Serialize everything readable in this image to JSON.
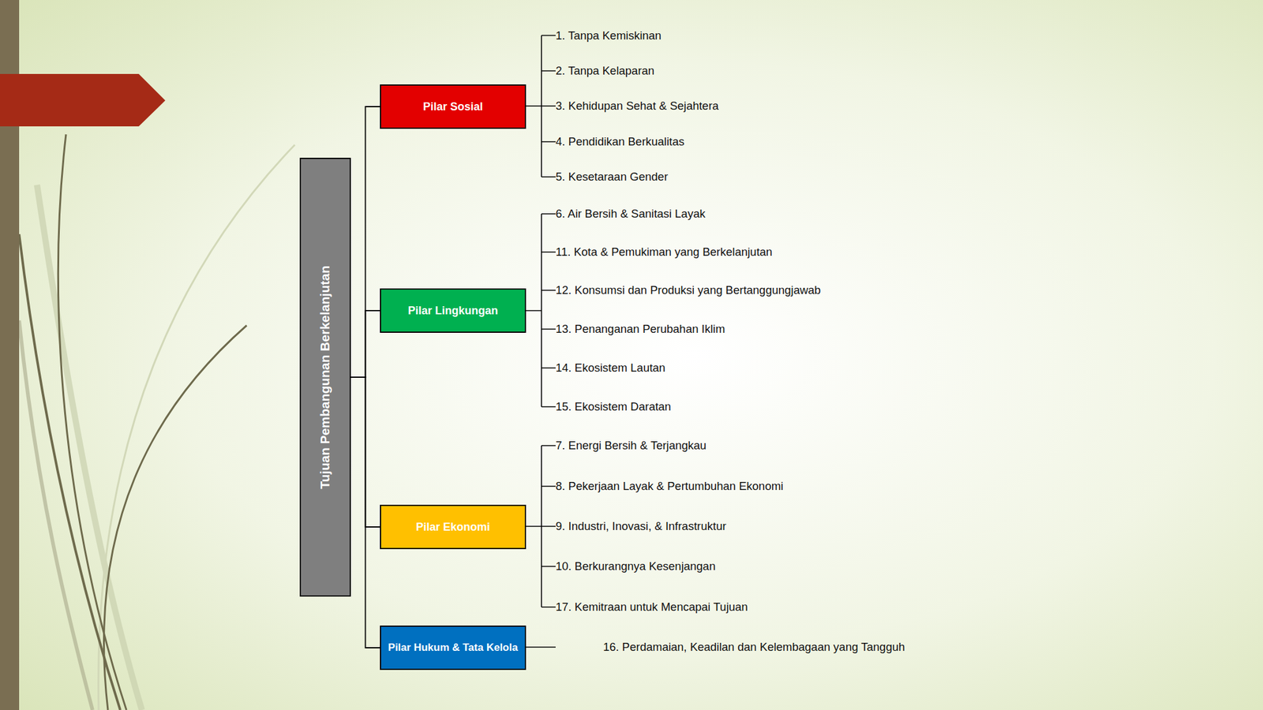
{
  "diagram": {
    "nodes": [
      {
        "text": [
          "Tujuan Pembangunan Berkelanjutan"
        ]
      },
      {
        "text": [
          "Pilar Sosial"
        ]
      },
      {
        "text": [
          "Pilar Lingkungan"
        ]
      },
      {
        "text": [
          "Pilar Ekonomi"
        ]
      },
      {
        "text": [
          "Pilar Hukum & Tata Kelola"
        ]
      }
    ],
    "edges": [
      {
        "from": 0,
        "to": 1,
        "arrow": "none"
      },
      {
        "from": 0,
        "to": 2,
        "arrow": "none"
      },
      {
        "from": 0,
        "to": 3,
        "arrow": "none"
      },
      {
        "from": 0,
        "to": 4,
        "arrow": "none"
      }
    ],
    "labels": [
      "1. Tanpa Kemiskinan",
      "2. Tanpa Kelaparan",
      "3. Kehidupan Sehat & Sejahtera",
      "4. Pendidikan Berkualitas",
      "5. Kesetaraan Gender",
      "6. Air Bersih & Sanitasi Layak",
      "11. Kota & Pemukiman yang Berkelanjutan",
      "12. Konsumsi dan Produksi yang Bertanggungjawab",
      "13. Penanganan Perubahan Iklim",
      "14. Ekosistem Lautan",
      "15. Ekosistem Daratan",
      "7. Energi Bersih & Terjangkau",
      "8. Pekerjaan Layak & Pertumbuhan Ekonomi",
      "9. Industri, Inovasi, & Infrastruktur",
      "10. Berkurangnya Kesenjangan",
      "17. Kemitraan untuk Mencapai Tujuan",
      "16. Perdamaian, Keadilan dan Kelembagaan yang Tangguh"
    ]
  }
}
